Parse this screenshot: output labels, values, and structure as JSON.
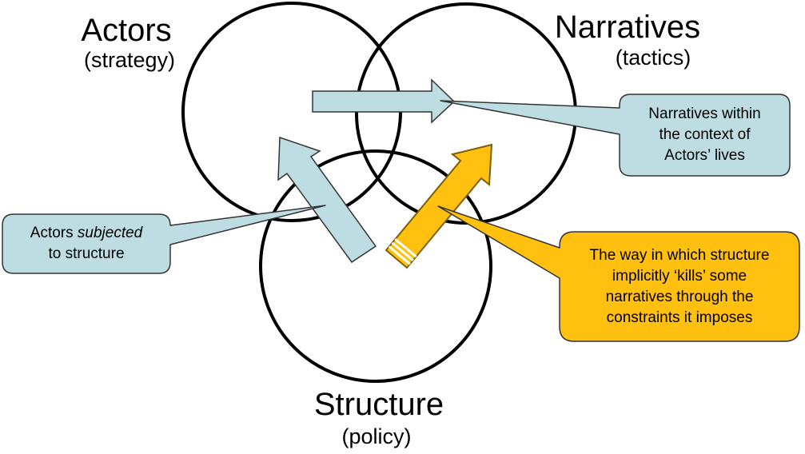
{
  "venn": {
    "actors": {
      "label": "Actors",
      "sublabel": "(strategy)"
    },
    "narratives": {
      "label": "Narratives",
      "sublabel": "(tactics)"
    },
    "structure": {
      "label": "Structure",
      "sublabel": "(policy)"
    }
  },
  "callouts": {
    "narratives_context": {
      "line1": "Narratives within",
      "line2": "the context of",
      "line3": "Actors’ lives"
    },
    "actors_subjected": {
      "line1_normal": "Actors ",
      "line1_italic": "subjected",
      "line2": "to structure"
    },
    "structure_kills": {
      "line1": "The way in which structure",
      "line2": "implicitly ‘kills’ some",
      "line3": "narratives through the",
      "line4": "constraints it imposes"
    }
  },
  "arrows": {
    "narratives_context_arrow": {
      "direction": "right",
      "color_name": "light-blue"
    },
    "actors_subjected_arrow": {
      "direction": "up-left",
      "color_name": "light-blue"
    },
    "structure_kills_arrow": {
      "direction": "up-right",
      "color_name": "orange",
      "tail_stripes": 3
    }
  },
  "colors": {
    "blue_fill": "#bedde2",
    "orange_fill": "#ffc010",
    "dark_stroke": "#333333",
    "orange_stroke": "#7a6000",
    "circle_stroke": "#000000"
  }
}
